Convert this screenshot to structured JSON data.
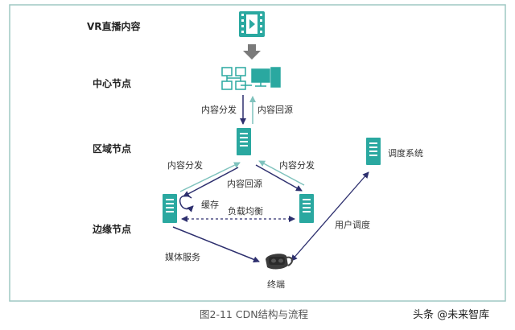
{
  "diagram": {
    "source": {
      "label": "VR直播内容",
      "icon": "video-film-icon"
    },
    "rows": {
      "center": "中心节点",
      "region": "区域节点",
      "edge": "边缘节点"
    },
    "edges": {
      "center_down": "内容分发",
      "center_up": "内容回源",
      "region_left": "内容分发",
      "region_right": "内容分发",
      "region_back": "内容回源",
      "cache": "缓存",
      "load_balance": "负载均衡",
      "media_service": "媒体服务",
      "user_dispatch": "用户调度"
    },
    "nodes": {
      "dispatch": "调度系统",
      "terminal": "终端"
    }
  },
  "caption": "图2-11 CDN结构与流程",
  "watermark": "头条 @未来智库",
  "colors": {
    "frame": "#9fc8c3",
    "server": "#2aa8a0",
    "arrow_dark": "#2d2f6e",
    "arrow_light": "#7fc2bd",
    "source_arrow": "#7a7a7a"
  }
}
